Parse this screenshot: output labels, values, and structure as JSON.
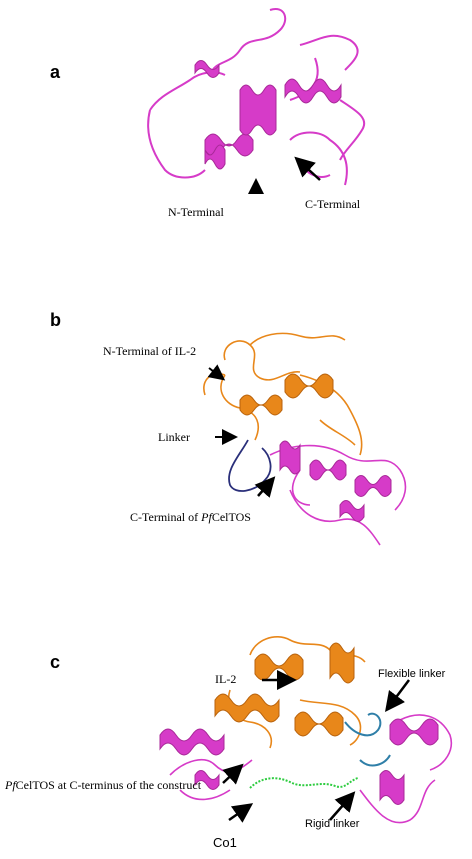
{
  "panels": {
    "a": {
      "letter": "a",
      "labels": {
        "n_terminal": "N-Terminal",
        "c_terminal": "C-Terminal"
      }
    },
    "b": {
      "letter": "b",
      "labels": {
        "n_terminal_il2": "N-Terminal of IL-2",
        "linker": "Linker",
        "c_terminal_prefix": "C-Terminal of ",
        "c_terminal_italic": "Pf",
        "c_terminal_suffix": "CelTOS"
      }
    },
    "c": {
      "letter": "c",
      "labels": {
        "il2": "IL-2",
        "flexible_linker": "Flexible linker",
        "pfceltos_italic": "Pf",
        "pfceltos_rest": "CelTOS at C-terminus of the construct",
        "rigid_linker": "Rigid linker",
        "co1": "Co1"
      }
    }
  },
  "colors": {
    "celtos": "#d63bc8",
    "il2": "#e8871a",
    "linker_dark": "#2a2f7a",
    "rigid_linker": "#2ecc40",
    "flexible_linker": "#2f7fa8",
    "arrow": "#000000"
  }
}
